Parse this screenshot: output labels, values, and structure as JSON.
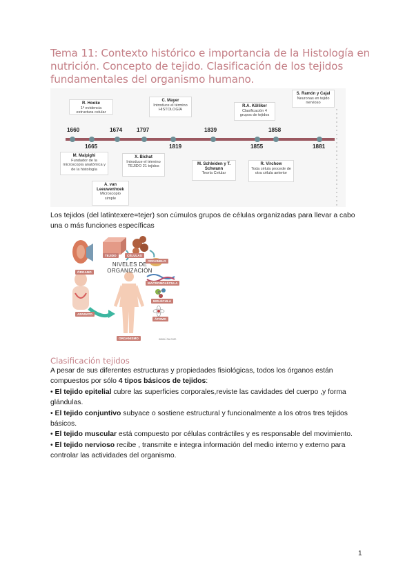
{
  "title": "Tema 11: Contexto histórico e importancia de la Histología en nutrición. Concepto de tejido. Clasificación de los tejidos fundamentales del organismo humano.",
  "timeline": {
    "years_top": [
      "1660",
      "1674",
      "1797",
      "1839",
      "1858"
    ],
    "years_bottom": [
      "1665",
      "1819",
      "1855",
      "1881"
    ],
    "cards": {
      "hooke": {
        "name": "R. Hooke",
        "text": "1ª evidencia estructura celular"
      },
      "mayer": {
        "name": "C. Mayer",
        "text": "Introduce el término HISTOLOGÍA"
      },
      "kolliker": {
        "name": "R.A. Kölliker",
        "text": "Clasificación 4 grupos de tejidos"
      },
      "cajal": {
        "name": "S. Ramón y Cajal",
        "text": "Neuronas en tejido nervioso"
      },
      "malpighi": {
        "name": "M. Malpighi",
        "text": "Fundador de la microscopía anatómica y de la histología"
      },
      "bichat": {
        "name": "X. Bichat",
        "text": "Introduce el término TEJIDO 21 tejidos"
      },
      "leeuwenhoek": {
        "name": "A. van Leeuwenhoek",
        "text": "Microscopio simple"
      },
      "schleiden": {
        "name": "M. Schleiden y T. Schwann",
        "text": "Teoría Celular"
      },
      "virchow": {
        "name": "R. Virchow",
        "text": "Toda célula procede de otra célula anterior"
      }
    }
  },
  "definition": "Los tejidos (del latíntexere=tejer) son cúmulos grupos de células organizadas para llevar a cabo una o más funciones específicas",
  "figure": {
    "heading": "NIVELES DE ORGANIZACIÓN",
    "labels": {
      "tejido": "TEJIDO",
      "celulas": "CÉLULAS",
      "organelo": "ORGANELO",
      "organo": "ÓRGANO",
      "macromolecula": "MACROMOLÉCULA",
      "molecula": "MOLÉCULA",
      "atomo": "ÁTOMO",
      "aparato": "APARATO",
      "organismo": "ORGANISMO"
    },
    "caption": "www.i-tw.com"
  },
  "classification": {
    "heading": "Clasificación tejidos",
    "intro_pre": "A pesar de sus diferentes estructuras y propiedades fisiológicas, todos los órganos  están compuestos por sólo ",
    "intro_bold": "4 tipos básicos de tejidos",
    "intro_post": ":",
    "items": [
      {
        "bullet": "• ",
        "bold": "El tejido epitelial",
        "text": " cubre las superficies corporales,reviste las cavidades del cuerpo ,y forma glándulas."
      },
      {
        "bullet": "• ",
        "bold": "El tejido conjuntivo",
        "text": " subyace o sostiene estructural y funcionalmente a los otros tres tejidos básicos."
      },
      {
        "bullet": "• ",
        "bold": "El tejido muscular",
        "text": " está compuesto por células contráctiles y es responsable del movimiento."
      },
      {
        "bullet": "• ",
        "bold": "El tejido nervioso",
        "text": " recibe , transmite e integra información del medio interno y externo para controlar las actividades del organismo."
      }
    ]
  },
  "page_number": "1",
  "colors": {
    "accent": "#c47f86",
    "timeline_bar": "#9b5860",
    "timeline_dot": "#6e8e96"
  }
}
